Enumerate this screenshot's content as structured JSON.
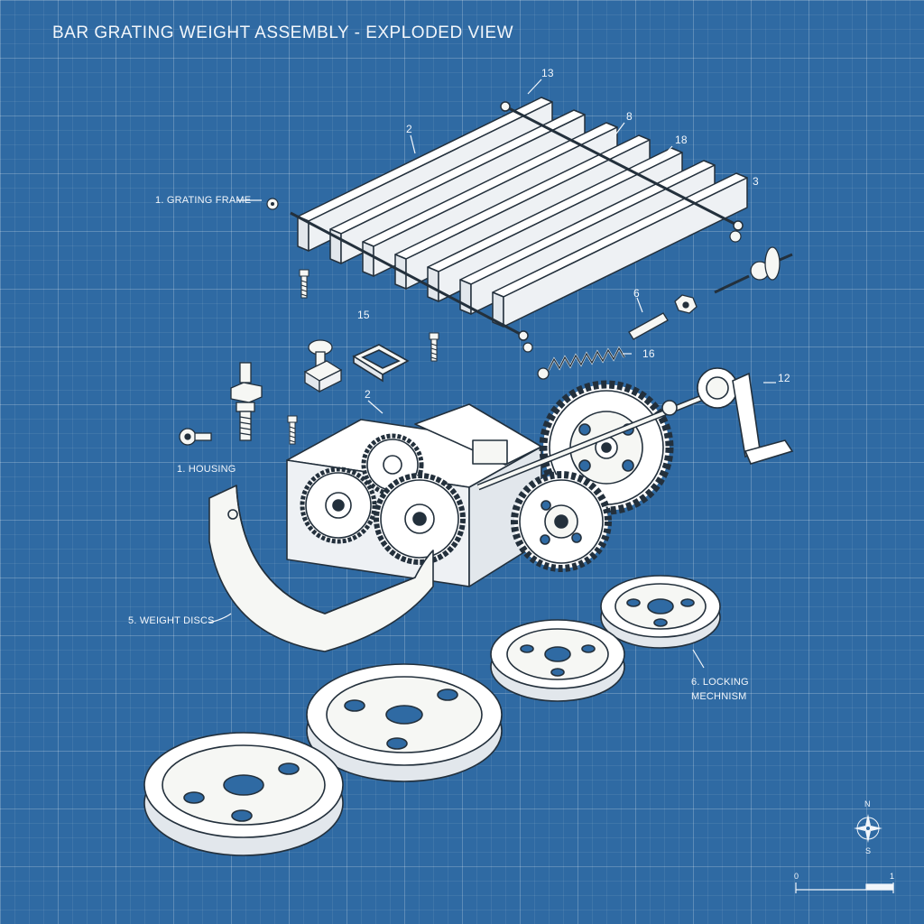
{
  "title": "BAR GRATING WEIGHT ASSEMBLY - EXPLODED VIEW",
  "labels": {
    "grating_frame": "1. GRATING FRAME",
    "housing": "1. HOUSING",
    "weight_discs": "5. WEIGHT DISCS",
    "locking_line1": "6. LOCKING",
    "locking_line2": "MECHNISM"
  },
  "callouts": {
    "c13": "13",
    "c2a": "2",
    "c8": "8",
    "c18": "18",
    "c3": "3",
    "c15": "15",
    "c6": "6",
    "c16": "16",
    "c2b": "2",
    "c12": "12"
  },
  "compass": {
    "n": "N",
    "s": "S"
  },
  "scale": {
    "start": "0",
    "end": "1"
  },
  "colors": {
    "background": "#2f6aa3",
    "ink": "#f6f7f4",
    "grid": "#ffffff"
  }
}
